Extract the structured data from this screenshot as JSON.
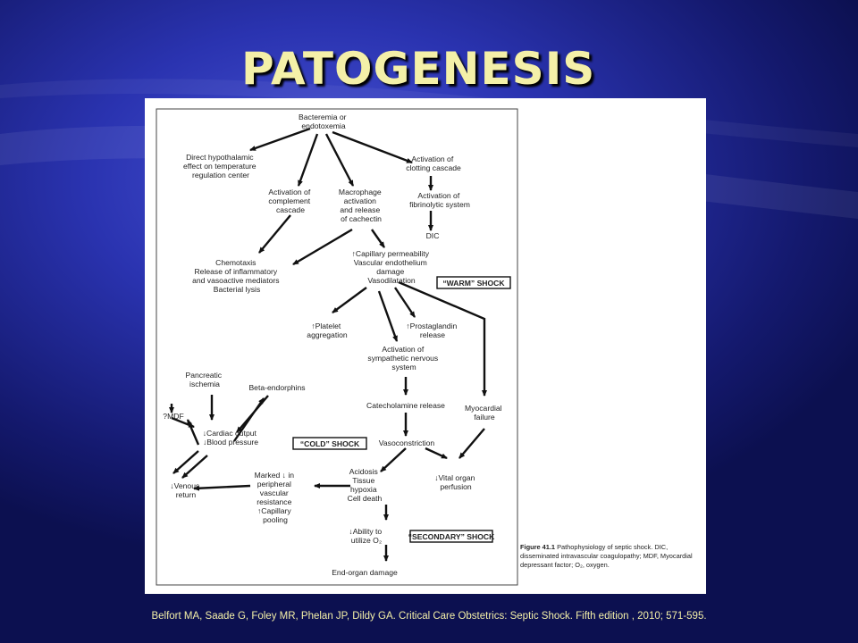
{
  "slide": {
    "title": "PATOGENESIS",
    "citation": "Belfort MA, Saade G, Foley MR, Phelan JP, Dildy GA. Critical Care Obstetrics: Septic Shock. Fifth edition , 2010; 571-595."
  },
  "figure": {
    "caption_label": "Figure 41.1",
    "caption_text": " Pathophysiology of septic shock. DIC, disseminated intravascular coagulopathy; MDF, Myocardial depressant factor; O₂, oxygen.",
    "nodes": {
      "bacteremia": [
        "Bacteremia or",
        "endotoxemia"
      ],
      "hypothalamic": [
        "Direct hypothalamic",
        "effect on temperature",
        "regulation center"
      ],
      "clotting": [
        "Activation of",
        "clotting cascade"
      ],
      "complement": [
        "Activation of",
        "complement",
        "cascade"
      ],
      "macrophage": [
        "Macrophage",
        "activation",
        "and release",
        "of cachectin"
      ],
      "fibrinolytic": [
        "Activation of",
        "fibrinolytic system"
      ],
      "dic": [
        "DIC"
      ],
      "chemotaxis": [
        "Chemotaxis",
        "Release of inflammatory",
        "and vasoactive mediators",
        "Bacterial lysis"
      ],
      "capillary": [
        "↑Capillary permeability",
        "Vascular endothelium",
        "damage",
        "Vasodilatation"
      ],
      "warm_shock": [
        "“WARM” SHOCK"
      ],
      "platelet": [
        "↑Platelet",
        "aggregation"
      ],
      "prostaglandin": [
        "↑Prostaglandin",
        "release"
      ],
      "sympathetic": [
        "Activation of",
        "sympathetic nervous",
        "system"
      ],
      "pancreatic": [
        "Pancreatic",
        "ischemia"
      ],
      "beta": [
        "Beta-endorphins"
      ],
      "mdf": [
        "?MDF"
      ],
      "cardiac": [
        "↓Cardiac output",
        "↓Blood pressure"
      ],
      "catecholamine": [
        "Catecholamine release"
      ],
      "myocardial": [
        "Myocardial",
        "failure"
      ],
      "cold_shock": [
        "“COLD” SHOCK"
      ],
      "vasoconstriction": [
        "Vasoconstriction"
      ],
      "venous": [
        "↓Venous",
        "return"
      ],
      "marked": [
        "Marked ↓ in",
        "peripheral",
        "vascular",
        "resistance",
        "↑Capillary",
        "pooling"
      ],
      "acidosis": [
        "Acidosis",
        "Tissue",
        "hypoxia",
        "Cell death"
      ],
      "vital": [
        "↓Vital organ",
        "perfusion"
      ],
      "ability": [
        "↓Ability to",
        "utilize O₂"
      ],
      "secondary_shock": [
        "“SECONDARY” SHOCK"
      ],
      "endorgan": [
        "End-organ damage"
      ]
    }
  }
}
